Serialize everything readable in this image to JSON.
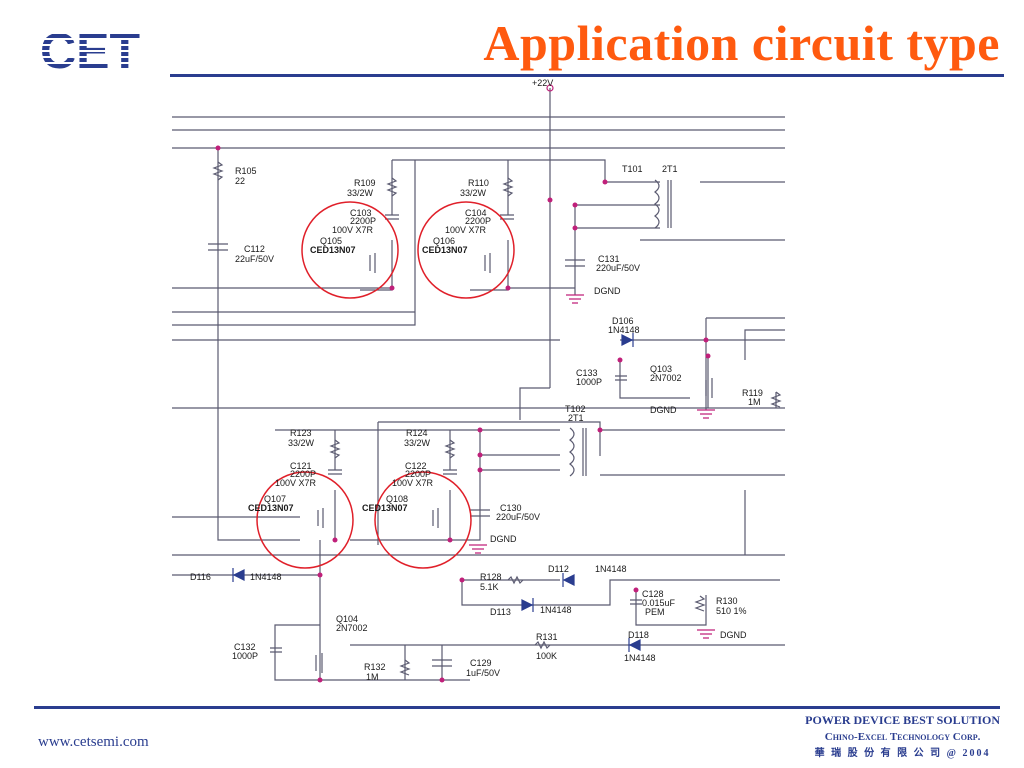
{
  "header": {
    "title": "Application circuit type"
  },
  "logo": {
    "text": "CET"
  },
  "schematic": {
    "supply": "+22V",
    "components": [
      {
        "ref": "R105",
        "value": "22"
      },
      {
        "ref": "C112",
        "value": "22uF/50V"
      },
      {
        "ref": "R109",
        "value": "33/2W"
      },
      {
        "ref": "R110",
        "value": "33/2W"
      },
      {
        "ref": "C103",
        "value": "2200P",
        "rating": "100V X7R"
      },
      {
        "ref": "C104",
        "value": "2200P",
        "rating": "100V X7R"
      },
      {
        "ref": "Q105",
        "part": "CED13N07"
      },
      {
        "ref": "Q106",
        "part": "CED13N07"
      },
      {
        "ref": "T101",
        "part": "2T1"
      },
      {
        "ref": "C131",
        "value": "220uF/50V"
      },
      {
        "ref": "D106",
        "part": "1N4148"
      },
      {
        "ref": "C133",
        "value": "1000P"
      },
      {
        "ref": "Q103",
        "part": "2N7002"
      },
      {
        "ref": "R119",
        "value": "1M"
      },
      {
        "ref": "R123",
        "value": "33/2W"
      },
      {
        "ref": "R124",
        "value": "33/2W"
      },
      {
        "ref": "C121",
        "value": "2200P",
        "rating": "100V X7R"
      },
      {
        "ref": "C122",
        "value": "2200P",
        "rating": "100V X7R"
      },
      {
        "ref": "Q107",
        "part": "CED13N07"
      },
      {
        "ref": "Q108",
        "part": "CED13N07"
      },
      {
        "ref": "T102",
        "part": "2T1"
      },
      {
        "ref": "C130",
        "value": "220uF/50V"
      },
      {
        "ref": "D116",
        "part": "1N4148"
      },
      {
        "ref": "D112",
        "part": "1N4148"
      },
      {
        "ref": "D113",
        "part": "1N4148"
      },
      {
        "ref": "R128",
        "value": "5.1K"
      },
      {
        "ref": "C128",
        "value": "0.015uF",
        "rating": "PEM"
      },
      {
        "ref": "R130",
        "value": "510 1%"
      },
      {
        "ref": "Q104",
        "part": "2N7002"
      },
      {
        "ref": "C132",
        "value": "1000P"
      },
      {
        "ref": "R131",
        "value": "100K"
      },
      {
        "ref": "D118",
        "part": "1N4148"
      },
      {
        "ref": "R132",
        "value": "1M"
      },
      {
        "ref": "C129",
        "value": "1uF/50V"
      }
    ],
    "ground": "DGND"
  },
  "footer": {
    "website": "www.cetsemi.com",
    "tagline": "POWER DEVICE BEST SOLUTION",
    "company": "Chino-Excel Technology Corp.",
    "copyright": "華 瑞 股 份 有 限 公 司 @ 2004"
  },
  "colors": {
    "title": "#ff5a0f",
    "brand": "#2a3d8f",
    "highlight": "#e0202a",
    "wire": "#5a5a70",
    "net": "#c0207a"
  }
}
